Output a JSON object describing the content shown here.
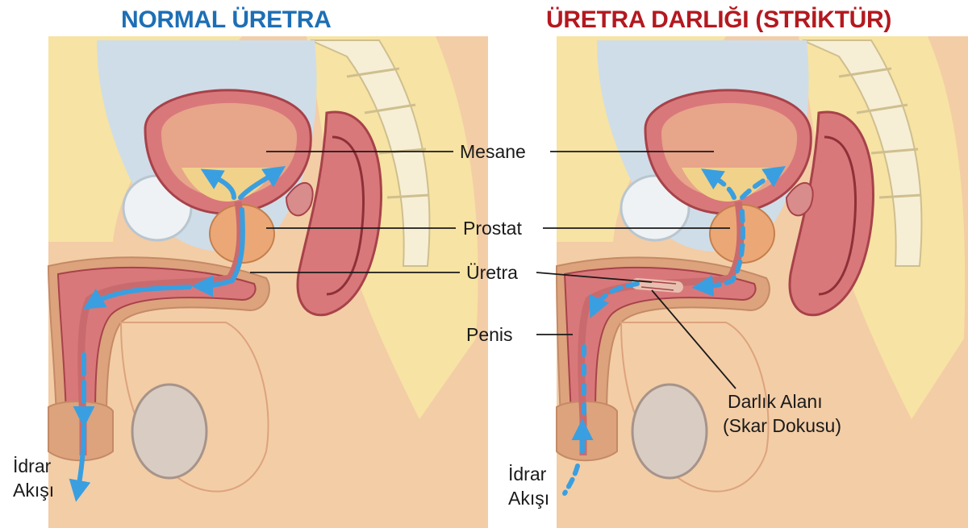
{
  "titles": {
    "left": "NORMAL ÜRETRA",
    "right": "ÜRETRA DARLIĞI (STRİKTÜR)"
  },
  "labels": {
    "mesane": "Mesane",
    "prostat": "Prostat",
    "uretra": "Üretra",
    "penis": "Penis",
    "darlik_line1": "Darlık Alanı",
    "darlik_line2": "(Skar Dokusu)",
    "idrar_left_1": "İdrar",
    "idrar_left_2": "Akışı",
    "idrar_right_1": "İdrar",
    "idrar_right_2": "Akışı"
  },
  "colors": {
    "title_left": "#1d6fb5",
    "title_right": "#b3191f",
    "skin": "#f3cda6",
    "skin_dark": "#dca37d",
    "fat": "#f7e3a3",
    "muscle": "#d9787a",
    "muscle_dark": "#b5474d",
    "bladder_inner": "#e7a58a",
    "urine": "#f1d28a",
    "prostate": "#eba876",
    "pelvic_fluid": "#cfdde8",
    "bone": "#f6efd6",
    "flow": "#3a9fe0",
    "testis": "#d9ccc3"
  },
  "icons": {
    "flow_arrow": "flow-arrow-icon",
    "leader_line": "leader-line-icon"
  }
}
